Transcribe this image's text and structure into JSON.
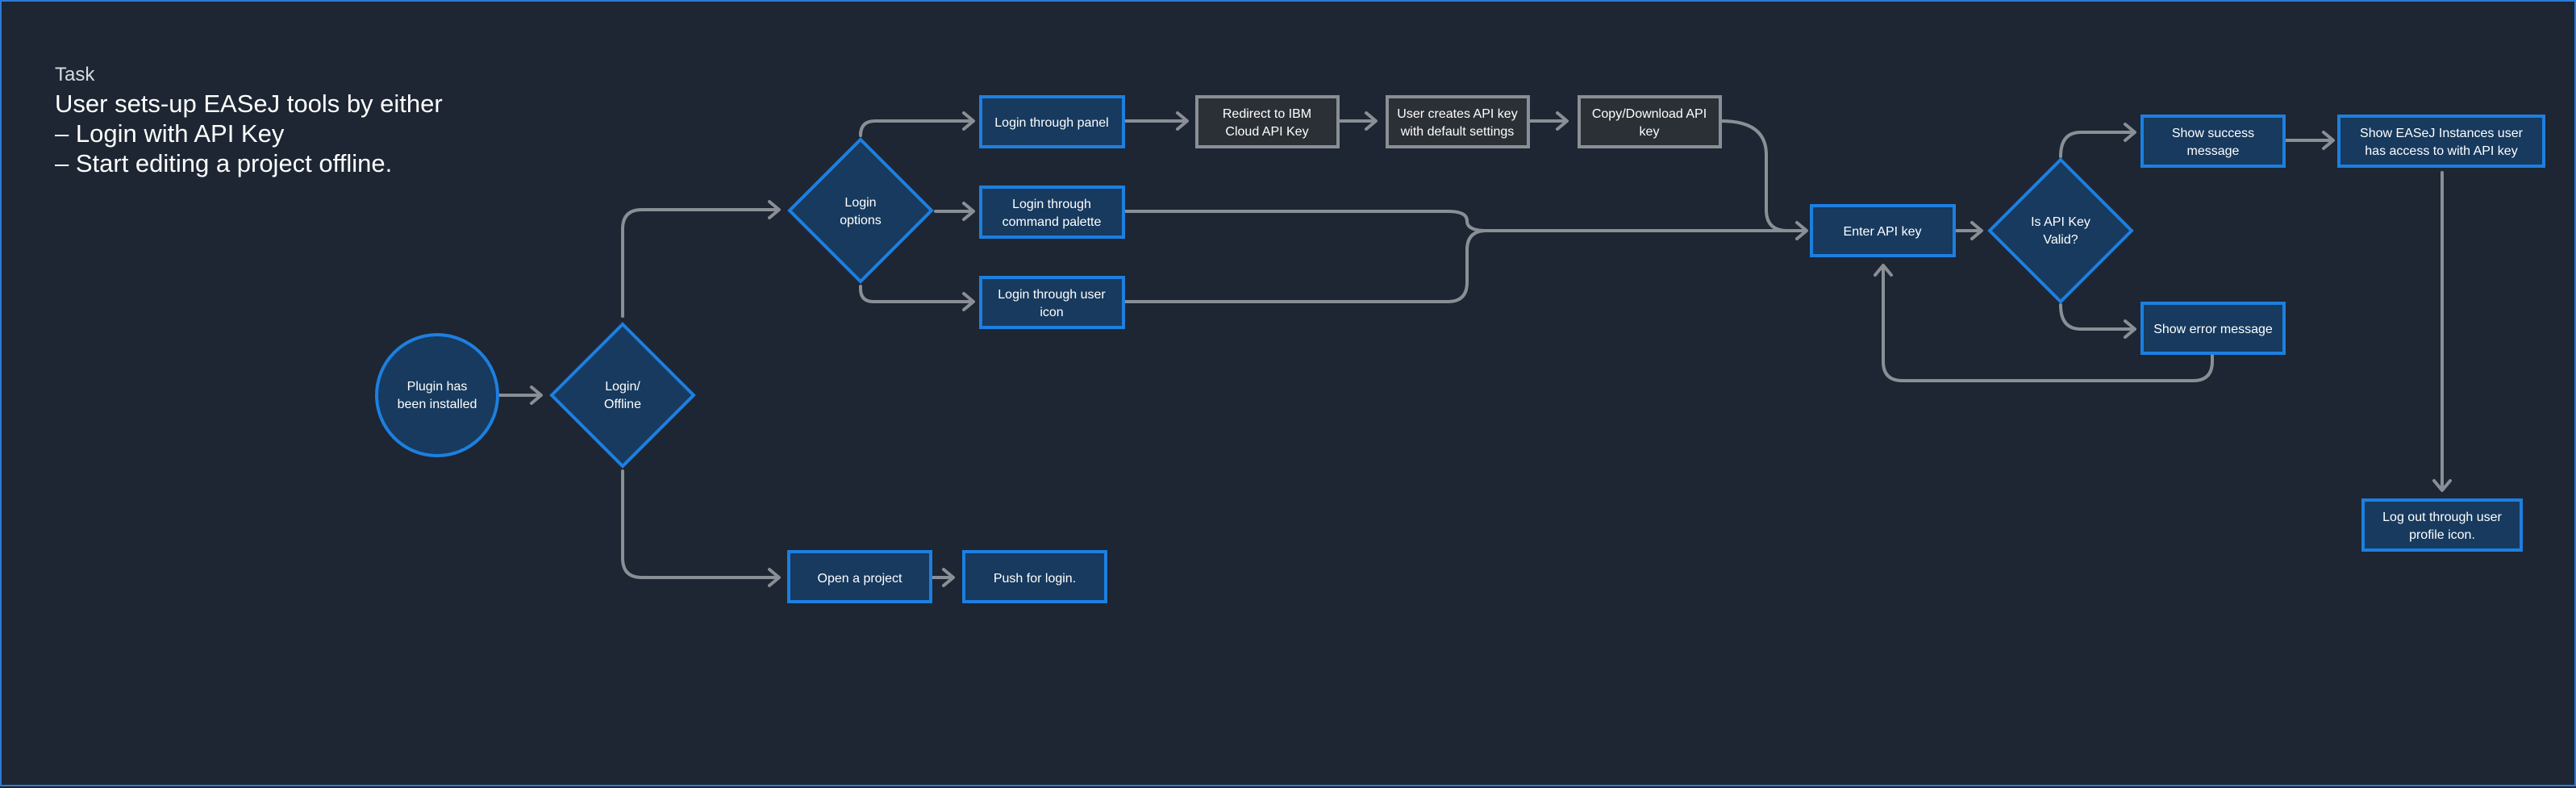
{
  "task": {
    "label": "Task",
    "lines": [
      "User sets-up EASeJ tools by either",
      "– Login with API Key",
      "– Start editing a project offline."
    ]
  },
  "nodes": [
    {
      "id": "plugin",
      "lines": [
        "Plugin has",
        "been installed"
      ]
    },
    {
      "id": "login-offline",
      "lines": [
        "Login/",
        "Offline"
      ]
    },
    {
      "id": "login-options",
      "lines": [
        "Login",
        "options"
      ]
    },
    {
      "id": "login-panel",
      "lines": [
        "Login through panel"
      ]
    },
    {
      "id": "login-command",
      "lines": [
        "Login through",
        "command palette"
      ]
    },
    {
      "id": "login-user-icon",
      "lines": [
        "Login through user",
        "icon"
      ]
    },
    {
      "id": "redirect-ibm",
      "lines": [
        "Redirect to IBM",
        "Cloud API Key"
      ]
    },
    {
      "id": "create-key",
      "lines": [
        "User creates API key",
        "with default settings"
      ]
    },
    {
      "id": "copy-key",
      "lines": [
        "Copy/Download API",
        "key"
      ]
    },
    {
      "id": "enter-key",
      "lines": [
        "Enter API key"
      ]
    },
    {
      "id": "key-valid",
      "lines": [
        "Is API Key",
        "Valid?"
      ]
    },
    {
      "id": "success",
      "lines": [
        "Show success",
        "message"
      ]
    },
    {
      "id": "error",
      "lines": [
        "Show error message"
      ]
    },
    {
      "id": "instances",
      "lines": [
        "Show EASeJ Instances user",
        "has access to with API key"
      ]
    },
    {
      "id": "logout",
      "lines": [
        "Log out through user",
        "profile icon."
      ]
    },
    {
      "id": "open-project",
      "lines": [
        "Open a project"
      ]
    },
    {
      "id": "push-login",
      "lines": [
        "Push for login."
      ]
    }
  ],
  "colors": {
    "background": "#1d2632",
    "node_fill": "#173a5e",
    "node_border": "#1d7fe0",
    "external_fill": "#2b3036",
    "external_border": "#8a8f96",
    "connector": "#8a8f96",
    "text": "#ffffff"
  }
}
